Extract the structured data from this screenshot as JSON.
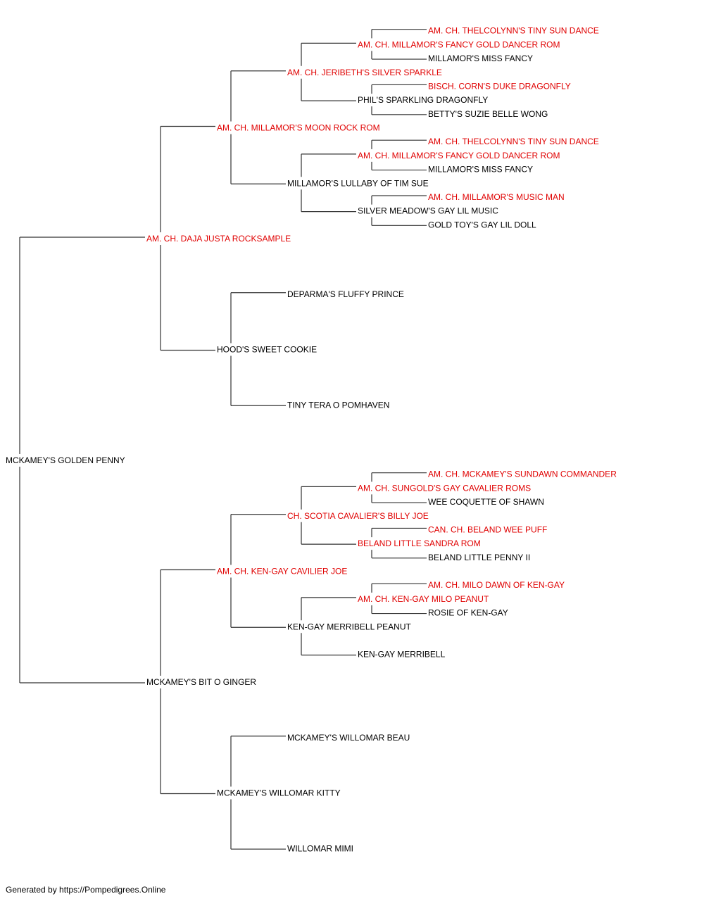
{
  "colors": {
    "champion": "#e00000",
    "normal": "#000000",
    "line": "#333333"
  },
  "pedigree": {
    "name": "MCKAMEY'S GOLDEN PENNY",
    "champion": false,
    "parents": [
      {
        "name": "AM. CH. DAJA JUSTA ROCKSAMPLE",
        "champion": true,
        "parents": [
          {
            "name": "AM. CH. MILLAMOR'S MOON ROCK ROM",
            "champion": true,
            "parents": [
              {
                "name": "AM. CH. JERIBETH'S SILVER SPARKLE",
                "champion": true,
                "parents": [
                  {
                    "name": "AM. CH. MILLAMOR'S FANCY GOLD DANCER ROM",
                    "champion": true,
                    "parents": [
                      {
                        "name": "AM. CH. THELCOLYNN'S TINY SUN DANCE",
                        "champion": true
                      },
                      {
                        "name": "MILLAMOR'S MISS FANCY",
                        "champion": false
                      }
                    ]
                  },
                  {
                    "name": "PHIL'S SPARKLING DRAGONFLY",
                    "champion": false,
                    "parents": [
                      {
                        "name": "BISCH. CORN'S DUKE DRAGONFLY",
                        "champion": true
                      },
                      {
                        "name": "BETTY'S SUZIE BELLE WONG",
                        "champion": false
                      }
                    ]
                  }
                ]
              },
              {
                "name": "MILLAMOR'S LULLABY OF TIM SUE",
                "champion": false,
                "parents": [
                  {
                    "name": "AM. CH. MILLAMOR'S FANCY GOLD DANCER ROM",
                    "champion": true,
                    "parents": [
                      {
                        "name": "AM. CH. THELCOLYNN'S TINY SUN DANCE",
                        "champion": true
                      },
                      {
                        "name": "MILLAMOR'S MISS FANCY",
                        "champion": false
                      }
                    ]
                  },
                  {
                    "name": "SILVER MEADOW'S GAY LIL MUSIC",
                    "champion": false,
                    "parents": [
                      {
                        "name": "AM. CH. MILLAMOR'S MUSIC MAN",
                        "champion": true
                      },
                      {
                        "name": "GOLD TOY'S GAY LIL DOLL",
                        "champion": false
                      }
                    ]
                  }
                ]
              }
            ]
          },
          {
            "name": "HOOD'S SWEET COOKIE",
            "champion": false,
            "parents": [
              {
                "name": "DEPARMA'S FLUFFY PRINCE",
                "champion": false
              },
              {
                "name": "TINY TERA O POMHAVEN",
                "champion": false
              }
            ]
          }
        ]
      },
      {
        "name": "MCKAMEY'S BIT O GINGER",
        "champion": false,
        "parents": [
          {
            "name": "AM. CH. KEN-GAY CAVILIER JOE",
            "champion": true,
            "parents": [
              {
                "name": "CH. SCOTIA CAVALIER'S BILLY JOE",
                "champion": true,
                "parents": [
                  {
                    "name": "AM. CH. SUNGOLD'S GAY CAVALIER ROMS",
                    "champion": true,
                    "parents": [
                      {
                        "name": "AM. CH. MCKAMEY'S SUNDAWN COMMANDER",
                        "champion": true
                      },
                      {
                        "name": "WEE COQUETTE OF SHAWN",
                        "champion": false
                      }
                    ]
                  },
                  {
                    "name": "BELAND LITTLE SANDRA ROM",
                    "champion": true,
                    "parents": [
                      {
                        "name": "CAN. CH. BELAND WEE PUFF",
                        "champion": true
                      },
                      {
                        "name": "BELAND LITTLE PENNY II",
                        "champion": false
                      }
                    ]
                  }
                ]
              },
              {
                "name": "KEN-GAY MERRIBELL PEANUT",
                "champion": false,
                "parents": [
                  {
                    "name": "AM. CH. KEN-GAY MILO PEANUT",
                    "champion": true,
                    "parents": [
                      {
                        "name": "AM. CH. MILO DAWN OF KEN-GAY",
                        "champion": true
                      },
                      {
                        "name": "ROSIE OF KEN-GAY",
                        "champion": false
                      }
                    ]
                  },
                  {
                    "name": "KEN-GAY MERRIBELL",
                    "champion": false
                  }
                ]
              }
            ]
          },
          {
            "name": "MCKAMEY'S WILLOMAR KITTY",
            "champion": false,
            "parents": [
              {
                "name": "MCKAMEY'S WILLOMAR BEAU",
                "champion": false
              },
              {
                "name": "WILLOMAR MIMI",
                "champion": false
              }
            ]
          }
        ]
      }
    ]
  },
  "footer": {
    "text": "Generated by https://Pompedigrees.Online"
  }
}
